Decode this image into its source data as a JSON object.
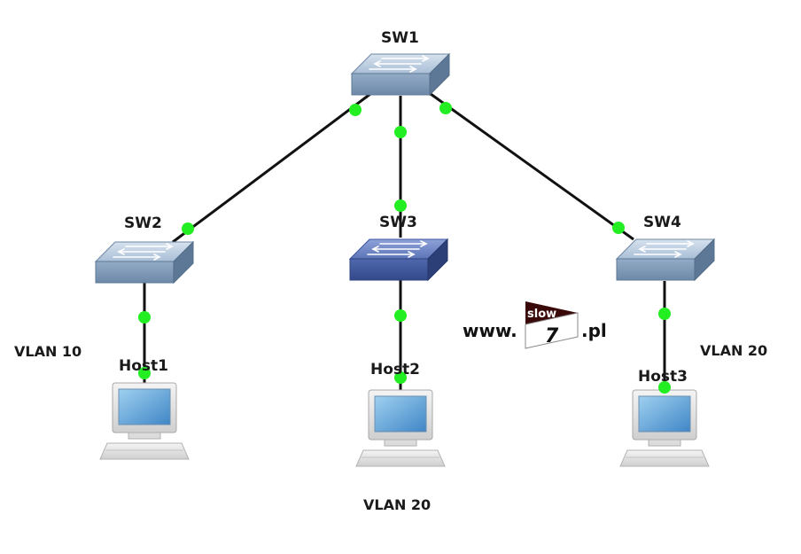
{
  "nodes": {
    "sw1": {
      "label": "SW1",
      "type": "switch"
    },
    "sw2": {
      "label": "SW2",
      "type": "switch"
    },
    "sw3": {
      "label": "SW3",
      "type": "switch",
      "highlighted": true
    },
    "sw4": {
      "label": "SW4",
      "type": "switch"
    },
    "host1": {
      "label": "Host1",
      "type": "pc"
    },
    "host2": {
      "label": "Host2",
      "type": "pc"
    },
    "host3": {
      "label": "Host3",
      "type": "pc"
    }
  },
  "vlans": {
    "host1": "VLAN 10",
    "host2": "VLAN 20",
    "host3": "VLAN 20"
  },
  "links": [
    {
      "from": "SW1",
      "to": "SW2"
    },
    {
      "from": "SW1",
      "to": "SW3"
    },
    {
      "from": "SW1",
      "to": "SW4"
    },
    {
      "from": "SW2",
      "to": "Host1"
    },
    {
      "from": "SW3",
      "to": "Host2"
    },
    {
      "from": "SW4",
      "to": "Host3"
    }
  ],
  "watermark": {
    "prefix": "www.",
    "slow": "slow",
    "seven": "7",
    "suffix": ".pl"
  },
  "colors": {
    "link": "#111111",
    "port": "#22ee22",
    "switch_top": "#b8cbe0",
    "switch_front": "#7f9bb8",
    "switch_hl_top": "#6f86c4",
    "switch_hl_front": "#3f5a9e",
    "watermark_flag": "#3a0a0a"
  }
}
